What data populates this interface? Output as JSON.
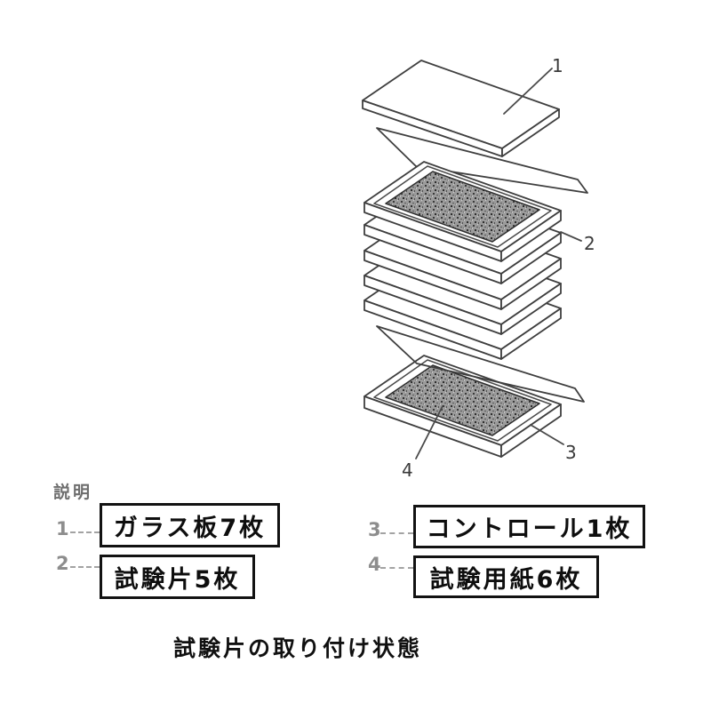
{
  "figure": {
    "caption": "試験片の取り付け状態",
    "callouts": [
      {
        "num": "1"
      },
      {
        "num": "2"
      },
      {
        "num": "3"
      },
      {
        "num": "4"
      }
    ]
  },
  "legend": {
    "title": "説明",
    "entries": [
      {
        "num": "1",
        "label": "ガラス板7枚"
      },
      {
        "num": "2",
        "label": "試験片5枚"
      },
      {
        "num": "3",
        "label": "コントロール1枚"
      },
      {
        "num": "4",
        "label": "試験用紙6枚"
      }
    ]
  },
  "colors": {
    "background": "#ffffff",
    "line_ink": "#3f3f3f",
    "box_border": "#121212",
    "legend_muted": "#8d8d8d",
    "speckle_gray": "#9b9b9b"
  }
}
